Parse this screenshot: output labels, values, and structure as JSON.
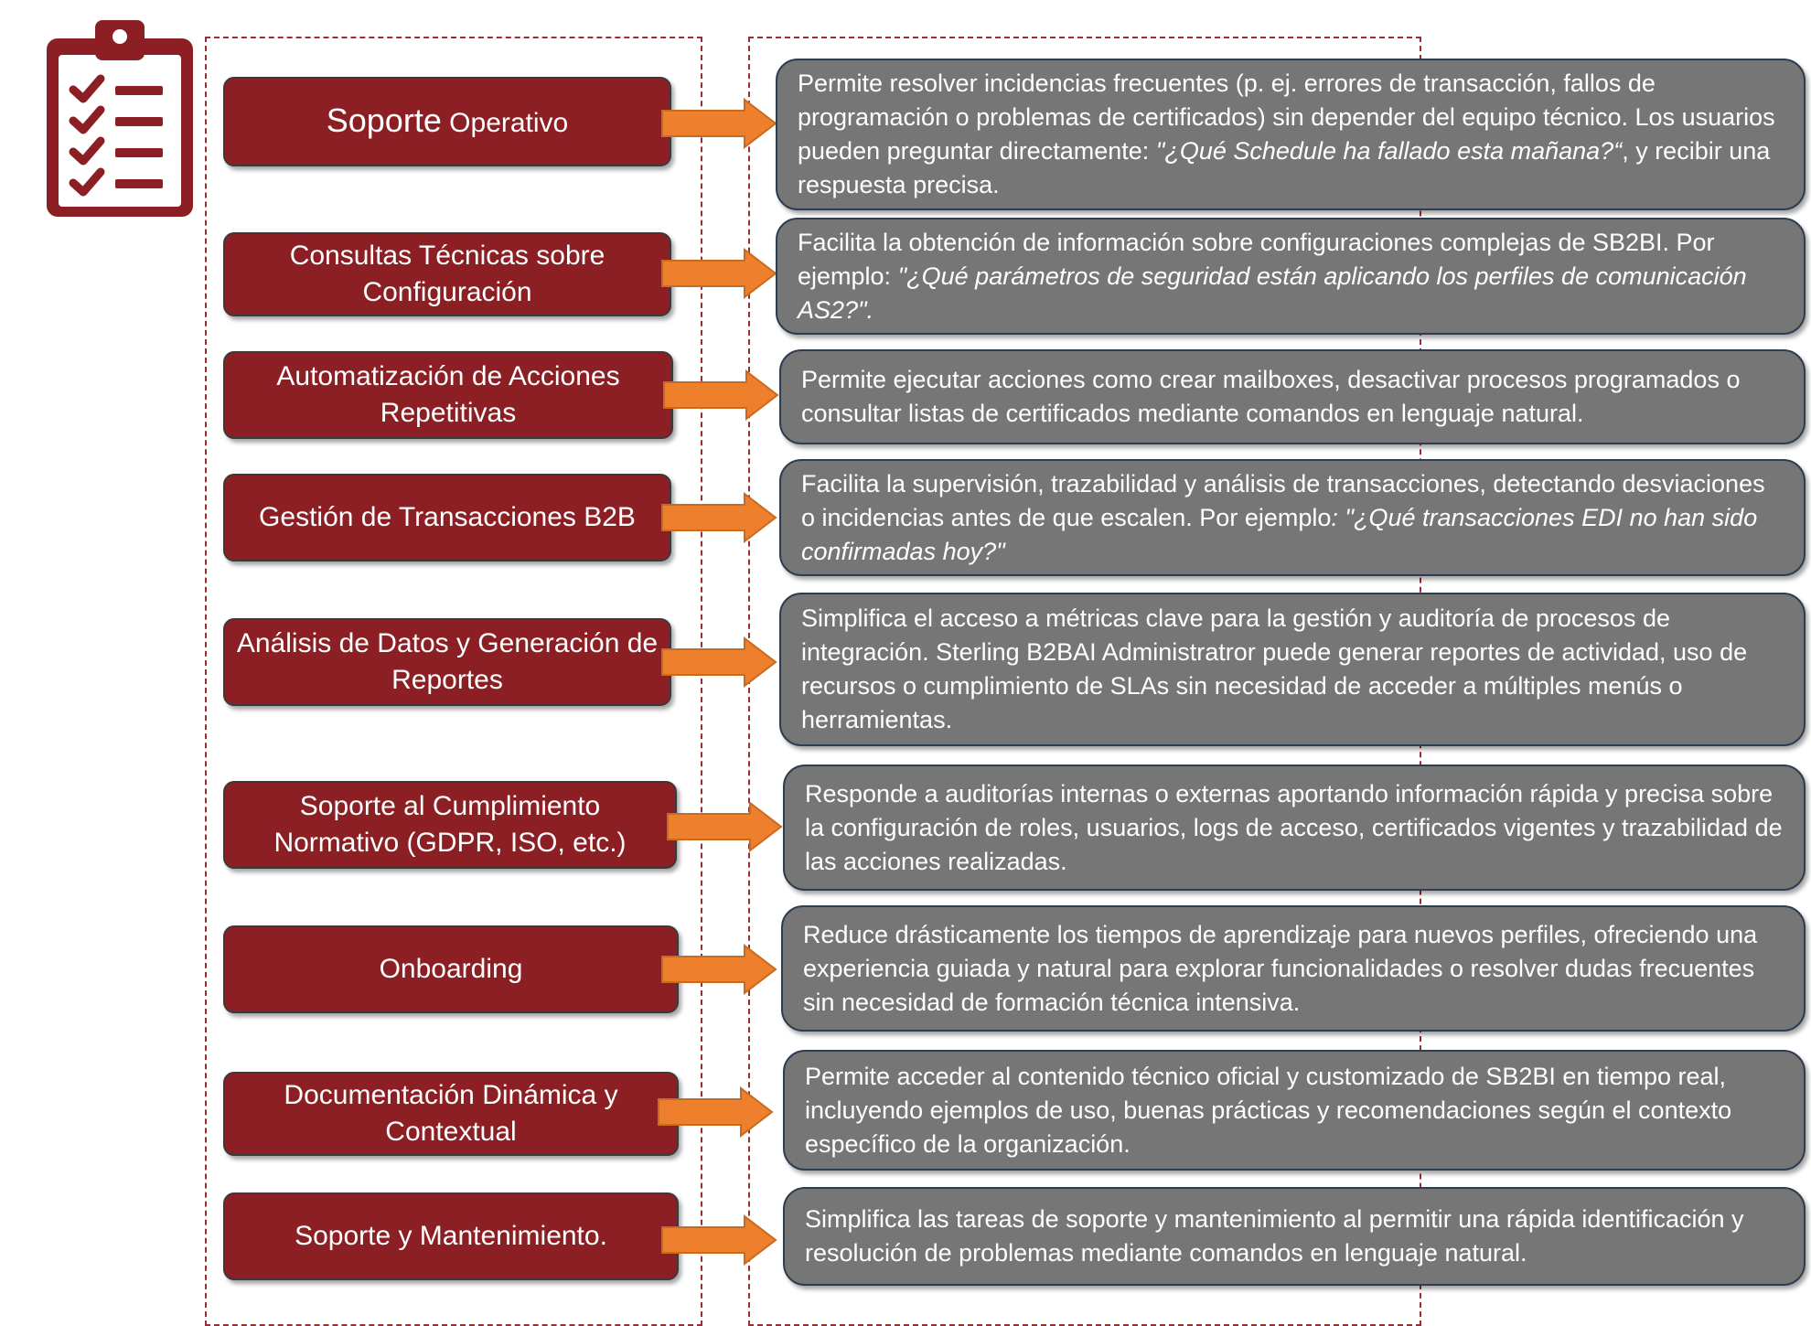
{
  "colors": {
    "category_fill": "#8b1f24",
    "description_fill": "#767676",
    "arrow_fill": "#ee7f2d",
    "frame_border": "#9b2d35"
  },
  "icon": "clipboard-checklist-icon",
  "rows": [
    {
      "category_main": "Soporte",
      "category_rest": " Operativo",
      "desc_pre": "Permite resolver incidencias frecuentes (p. ej. errores de transacción, fallos de programación o problemas de certificados) sin depender del equipo técnico. Los usuarios pueden preguntar directamente: ",
      "desc_italic": "\"¿Qué Schedule ha fallado esta mañana?“",
      "desc_post": ", y recibir una respuesta precisa."
    },
    {
      "category": "Consultas Técnicas sobre Configuración",
      "desc_pre": "Facilita la obtención de información sobre configuraciones complejas de SB2BI. Por ejemplo: ",
      "desc_italic": "\"¿Qué parámetros de seguridad están aplicando los perfiles de comunicación AS2?\".",
      "desc_post": ""
    },
    {
      "category": "Automatización de Acciones Repetitivas",
      "desc_pre": "Permite ejecutar acciones como crear mailboxes, desactivar procesos programados o consultar listas de certificados mediante comandos en lenguaje natural.",
      "desc_italic": "",
      "desc_post": ""
    },
    {
      "category": "Gestión de Transacciones B2B",
      "desc_pre": "Facilita la supervisión, trazabilidad y análisis de transacciones, detectando desviaciones o incidencias antes de que escalen. Por ejemplo",
      "desc_italic": ":  \"¿Qué transacciones EDI no han sido confirmadas hoy?\"",
      "desc_post": ""
    },
    {
      "category": "Análisis de Datos y Generación de Reportes",
      "desc_pre": "Simplifica el acceso a métricas clave para la gestión y auditoría de procesos de integración. Sterling B2BAI Administratror  puede generar reportes de actividad, uso de recursos o cumplimiento de SLAs sin necesidad de acceder a múltiples menús o herramientas.",
      "desc_italic": "",
      "desc_post": ""
    },
    {
      "category": "Soporte al Cumplimiento Normativo (GDPR, ISO, etc.)",
      "desc_pre": "Responde a auditorías internas o externas aportando información rápida y precisa sobre la configuración de roles, usuarios, logs de acceso, certificados vigentes y trazabilidad de las acciones realizadas.",
      "desc_italic": "",
      "desc_post": ""
    },
    {
      "category": "Onboarding",
      "desc_pre": "Reduce drásticamente los tiempos de aprendizaje para nuevos perfiles, ofreciendo una experiencia guiada y natural para explorar funcionalidades o resolver dudas frecuentes sin necesidad de formación técnica intensiva.",
      "desc_italic": "",
      "desc_post": ""
    },
    {
      "category": "Documentación Dinámica y Contextual",
      "desc_pre": "Permite acceder al contenido técnico oficial y customizado de SB2BI en tiempo real, incluyendo ejemplos de uso, buenas prácticas y recomendaciones según el contexto específico de la organización.",
      "desc_italic": "",
      "desc_post": ""
    },
    {
      "category": "Soporte y Mantenimiento.",
      "desc_pre": "Simplifica las tareas de soporte y mantenimiento al permitir una rápida identificación y resolución de problemas mediante comandos en lenguaje natural.",
      "desc_italic": "",
      "desc_post": ""
    }
  ]
}
